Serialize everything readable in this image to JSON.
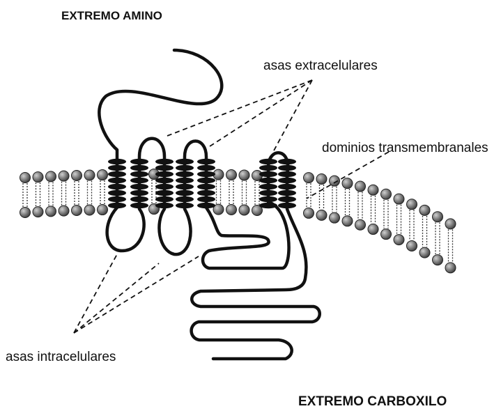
{
  "labels": {
    "amino_end": "EXTREMO AMINO",
    "extracellular_loops": "asas extracelulares",
    "transmembrane_domains": "dominios transmembranales",
    "intracellular_loops": "asas intracelulares",
    "carboxyl_end": "EXTREMO CARBOXILO"
  },
  "colors": {
    "ink": "#111111",
    "lipid_head": "#444444",
    "lipid_head_highlight": "#cfcfcf",
    "background": "#ffffff"
  }
}
